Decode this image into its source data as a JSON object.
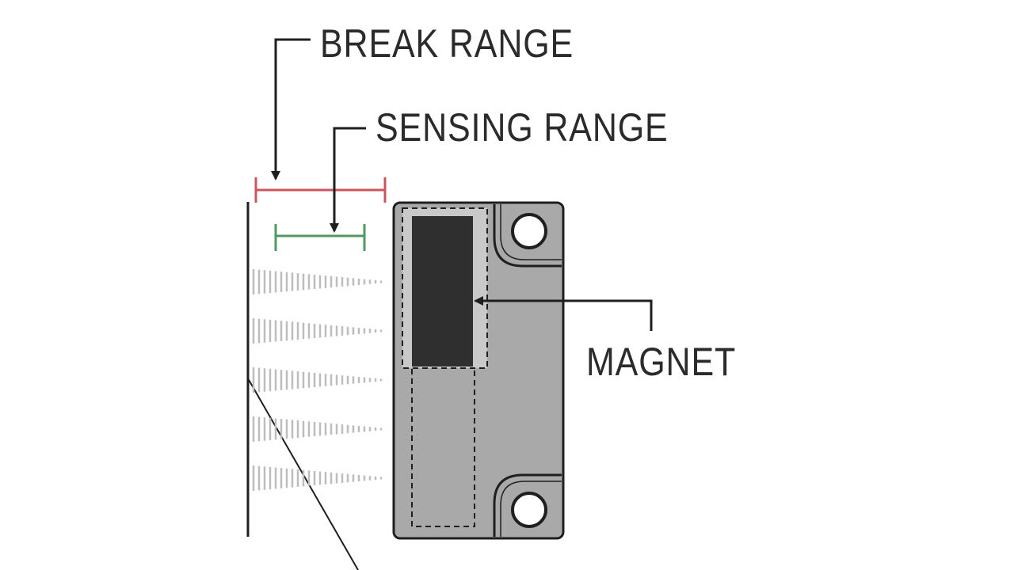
{
  "labels": {
    "break_range": "BREAK RANGE",
    "sensing_range": "SENSING RANGE",
    "magnet": "MAGNET"
  },
  "colors": {
    "break_range": "#c9575d",
    "sensing_range": "#4f9a62",
    "housing": "#a9a9a9",
    "magnet": "#2f2f2f",
    "outline": "#1f1f1f",
    "field": "#bdbdbd"
  }
}
